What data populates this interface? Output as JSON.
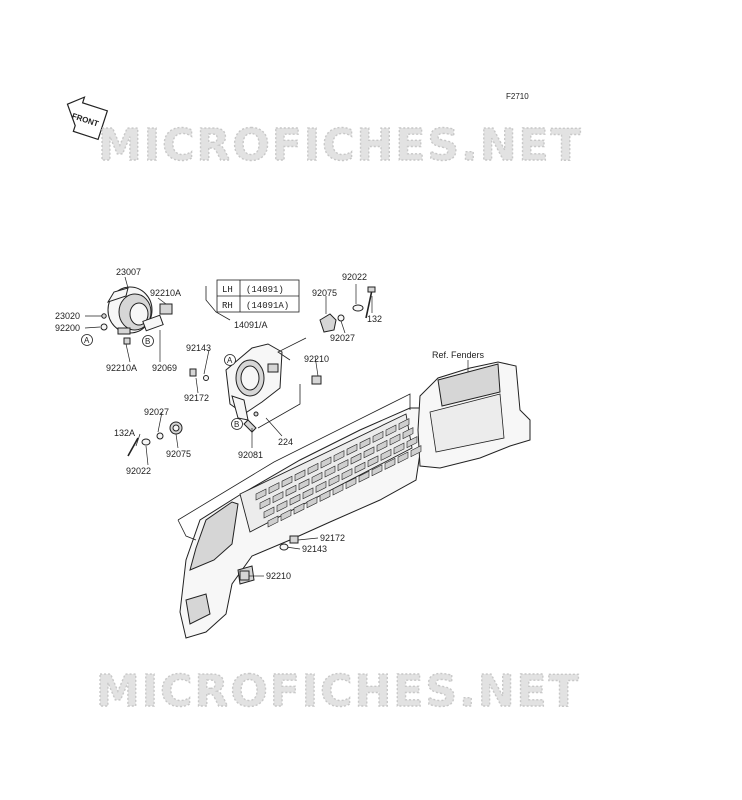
{
  "figure_code": "F2710",
  "front_arrow_label": "FRONT",
  "watermark": "MICROFICHES.NET",
  "reference_label": "Ref. Fenders",
  "side_table": [
    {
      "side": "LH",
      "part": "(14091)"
    },
    {
      "side": "RH",
      "part": "(14091A)"
    }
  ],
  "callouts": {
    "headlight_assembly": "23007",
    "bulb": "23020",
    "socket_cover": "92200",
    "clip_upper": "92210A",
    "clip_lower": "92210A",
    "bulb_socket": "92069",
    "bolt_top": "92143",
    "nut_top": "92172",
    "bracket": "14091/A",
    "collar_left": "92027",
    "bolt_left": "132A",
    "washer_left": "92022",
    "grommet_left": "92075",
    "spring_nut": "92081",
    "screw": "224",
    "clip_mid": "92210",
    "washer_top": "92022",
    "grommet_top": "92075",
    "collar_top": "92027",
    "bolt_top_right": "132",
    "nut_front": "92172",
    "bolt_front": "92143",
    "clip_front": "92210"
  },
  "ref_markers": [
    "A",
    "B"
  ]
}
